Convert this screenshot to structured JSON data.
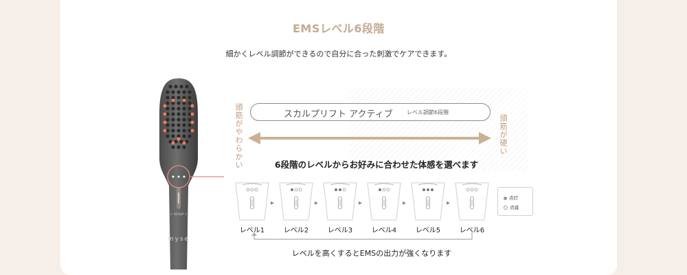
{
  "title": "EMSレベル6段階",
  "subtitle": "細かくレベル調節ができるので自分に合った刺激でケアできます。",
  "left_scale_label": "頭筋がやわらかい",
  "right_scale_label": "頭筋が硬い",
  "mode": {
    "name": "スカルプリフト アクティブ",
    "sub": "レベル調節6段階"
  },
  "headline": "6段階のレベルからお好みに合わせた体感を選べます",
  "levels": [
    {
      "label": "レベル1",
      "lit": 0,
      "blink": 3
    },
    {
      "label": "レベル2",
      "lit": 1,
      "blink": 2
    },
    {
      "label": "レベル3",
      "lit": 2,
      "blink": 1
    },
    {
      "label": "レベル4",
      "lit": 1,
      "blink": 2
    },
    {
      "label": "レベル5",
      "lit": 3,
      "blink": 0
    },
    {
      "label": "レベル6",
      "lit": 0,
      "blink": 3
    }
  ],
  "legend": {
    "on": "点灯",
    "blink": "点滅"
  },
  "note": "レベルを高くするとEMSの出力が強くなります",
  "device": {
    "button_label": "⊂ SCALP ⊃",
    "brand": "myse"
  },
  "colors": {
    "accent": "#c9b293",
    "title": "#c4ab92",
    "led": "#ff7a55",
    "callout": "#e58a80"
  }
}
